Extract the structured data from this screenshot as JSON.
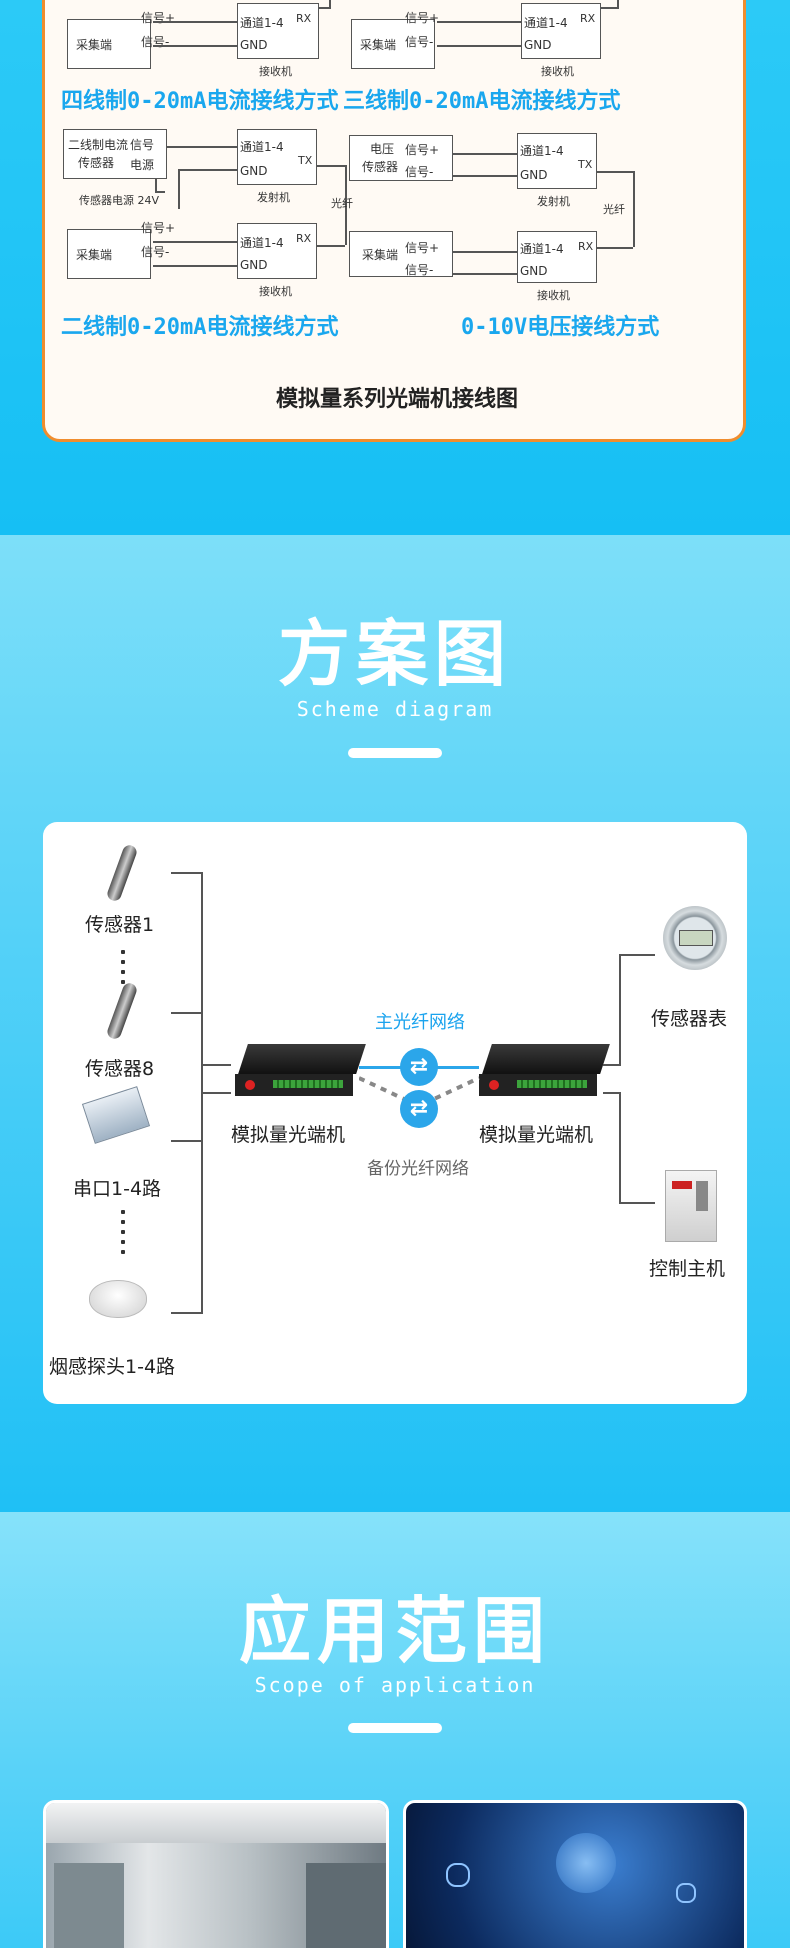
{
  "wiring": {
    "title": "模拟量系列光端机接线图",
    "captions": {
      "four_wire": "四线制0-20mA电流接线方式",
      "three_wire": "三线制0-20mA电流接线方式",
      "two_wire": "二线制0-20mA电流接线方式",
      "voltage": "0-10V电压接线方式"
    },
    "labels": {
      "collector": "采集端",
      "signal_plus": "信号+",
      "signal_minus": "信号-",
      "channel": "通道1-4",
      "gnd": "GND",
      "rx": "RX",
      "tx": "TX",
      "receiver": "接收机",
      "transmitter": "发射机",
      "fiber": "光纤",
      "two_wire_sensor_line1": "二线制电流",
      "two_wire_sensor_line2": "传感器",
      "signal": "信号",
      "power": "电源",
      "sensor_power": "传感器电源 24V",
      "voltage_sensor_line1": "电压",
      "voltage_sensor_line2": "传感器"
    }
  },
  "scheme": {
    "heading": "方案图",
    "subheading": "Scheme diagram",
    "sensor1": "传感器1",
    "sensor8": "传感器8",
    "serial": "串口1-4路",
    "smoke": "烟感探头1-4路",
    "optical_left": "模拟量光端机",
    "optical_right": "模拟量光端机",
    "main_fiber": "主光纤网络",
    "backup_fiber": "备份光纤网络",
    "meter": "传感器表",
    "controller": "控制主机",
    "colors": {
      "accent": "#1aa3ee",
      "fiber_line": "#2ba6ea"
    }
  },
  "scope": {
    "heading": "应用范围",
    "subheading": "Scope of application"
  }
}
